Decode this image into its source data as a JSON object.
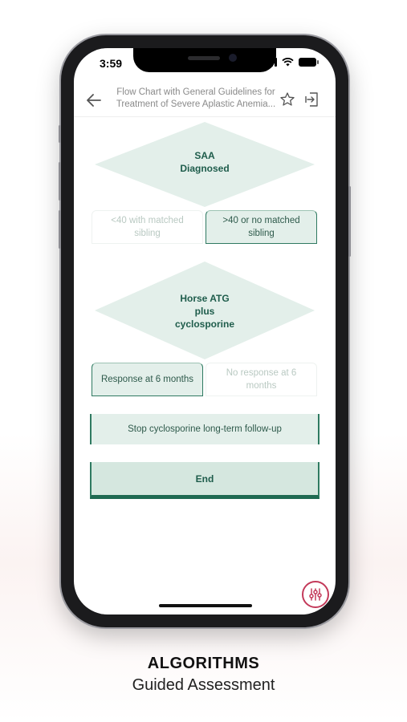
{
  "status_bar": {
    "time": "3:59"
  },
  "app_bar": {
    "title_line1": "Flow Chart with General Guidelines for",
    "title_line2": "Treatment of Severe Aplastic Anemia..."
  },
  "flow": {
    "node1": {
      "line1": "SAA",
      "line2": "Diagnosed"
    },
    "options1": [
      {
        "line1": "<40 with matched",
        "line2": "sibling",
        "selected": false
      },
      {
        "line1": ">40 or no matched",
        "line2": "sibling",
        "selected": true
      }
    ],
    "node2": {
      "line1": "Horse ATG",
      "line2": "plus",
      "line3": "cyclosporine"
    },
    "options2": [
      {
        "line1": "Response at 6 months",
        "line2": "",
        "selected": true
      },
      {
        "line1": "No response at 6",
        "line2": "months",
        "selected": false
      }
    ],
    "step": "Stop cyclosporine long-term follow-up",
    "end": "End"
  },
  "colors": {
    "accent": "#2f7a61",
    "diamond_fill": "#e3efea",
    "fab_ring": "#c33a5a"
  },
  "icons": {
    "back": "arrow-left-icon",
    "favorite": "star-icon",
    "exit": "exit-icon",
    "fab": "sliders-icon"
  },
  "caption": {
    "title": "ALGORITHMS",
    "subtitle": "Guided Assessment"
  }
}
